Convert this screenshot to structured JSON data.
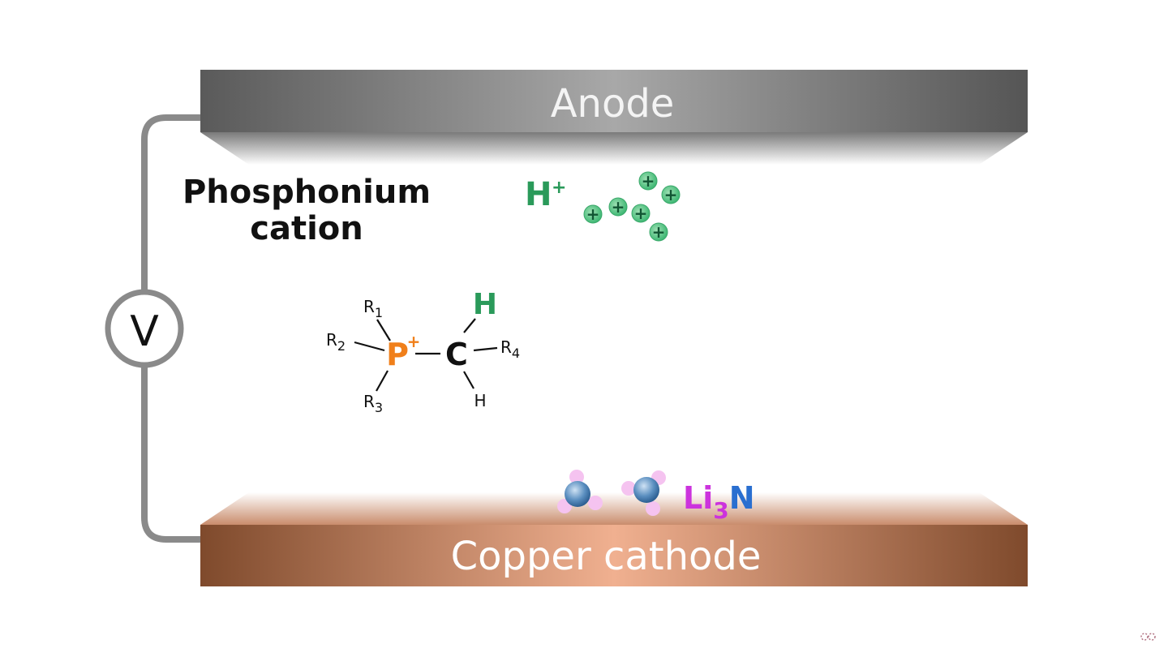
{
  "anode": {
    "label": "Anode"
  },
  "cathode": {
    "label": "Copper cathode"
  },
  "voltmeter": {
    "label": "V"
  },
  "title": {
    "line1": "Phosphonium",
    "line2": "cation"
  },
  "proton": {
    "label": "H",
    "charge": "+",
    "count": 6,
    "ion_symbol": "+"
  },
  "molecule": {
    "p": "P",
    "p_charge": "+",
    "c": "C",
    "h_top": "H",
    "h_bottom": "H",
    "r1": "R",
    "r1_sub": "1",
    "r2": "R",
    "r2_sub": "2",
    "r3": "R",
    "r3_sub": "3",
    "r4": "R",
    "r4_sub": "4"
  },
  "product": {
    "li": "Li",
    "sub": "3",
    "n": "N"
  },
  "colors": {
    "green": "#2a9a5a",
    "orange": "#f07f1a",
    "magenta": "#cc33dd",
    "blue": "#2a6fd0",
    "wire": "#8a8a8a"
  }
}
